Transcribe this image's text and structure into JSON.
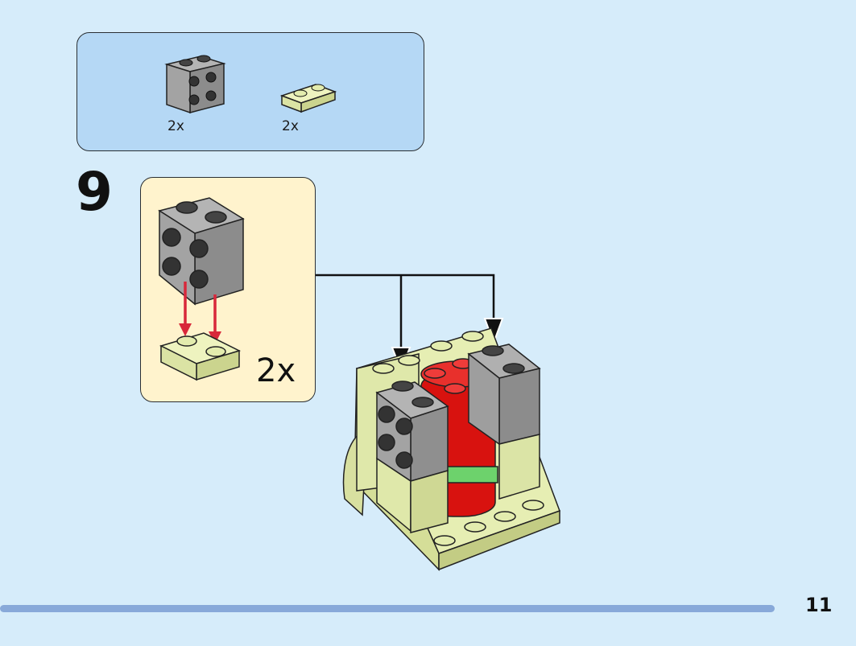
{
  "parts_list": {
    "items": [
      {
        "qty": "2x",
        "icon": "gray-2x2-brick-with-side-studs-icon",
        "color": "#9a9a9a"
      },
      {
        "qty": "2x",
        "icon": "lime-1x2-plate-icon",
        "color": "#e3ecae"
      }
    ]
  },
  "step": {
    "number": "9",
    "subassembly_qty": "2x"
  },
  "page": {
    "number": "11",
    "progress": 0.9
  },
  "colors": {
    "background": "#d6ecfa",
    "parts_box": "#b5d8f5",
    "sub_box": "#fff3cd",
    "gray_brick": "#9a9a9a",
    "lime_plate": "#e3ecae",
    "red": "#d8120f",
    "green_band": "#6dd26c",
    "arrow_red": "#d8283a",
    "progress": "#88a9d9"
  }
}
